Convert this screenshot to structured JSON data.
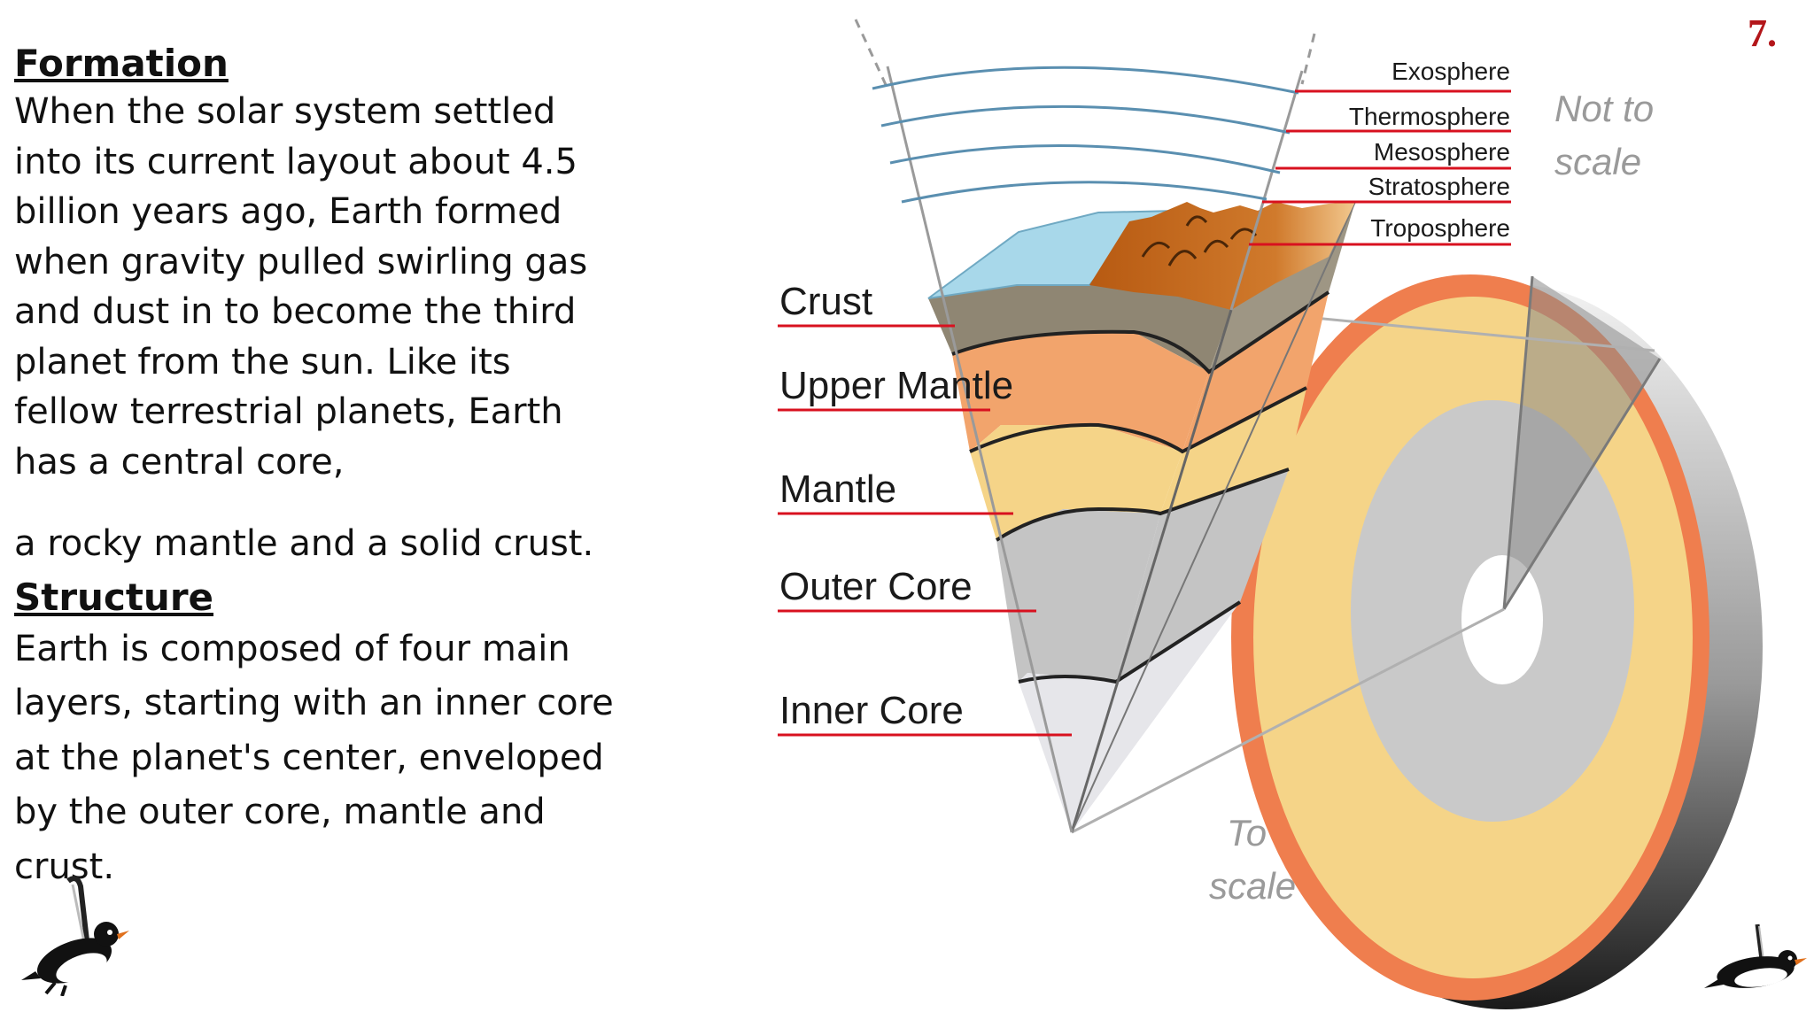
{
  "slide_number": "7.",
  "formation": {
    "heading": "Formation",
    "text": "When the solar system settled into its current layout about 4.5 billion years ago, Earth formed when gravity pulled swirling gas and dust in to become the third planet from the sun. Like its fellow terrestrial planets, Earth has a central core,",
    "text_continued": "a rocky mantle and a solid crust."
  },
  "structure": {
    "heading": "Structure",
    "text": "Earth is composed of four main layers, starting with an inner core at the planet's center, enveloped by the outer core, mantle and crust."
  },
  "diagram": {
    "layer_labels": [
      "Crust",
      "Upper Mantle",
      "Mantle",
      "Outer Core",
      "Inner Core"
    ],
    "atmosphere_labels": [
      "Exosphere",
      "Thermosphere",
      "Mesosphere",
      "Stratosphere",
      "Troposphere"
    ],
    "not_to_scale": [
      "Not to",
      "scale"
    ],
    "to_scale": [
      "To",
      "scale"
    ],
    "colors": {
      "crust": "#8f8673",
      "upper_mantle": "#f2a46c",
      "mantle": "#f5d488",
      "outer_core": "#c4c4c4",
      "inner_core": "#e6e6ea",
      "sky": "#a8d8ea",
      "mountain": "#c8691c",
      "label_line": "#d8111f",
      "slide_number": "#b3161a"
    }
  },
  "icons": [
    "penguin-icon-left",
    "penguin-icon-right"
  ]
}
